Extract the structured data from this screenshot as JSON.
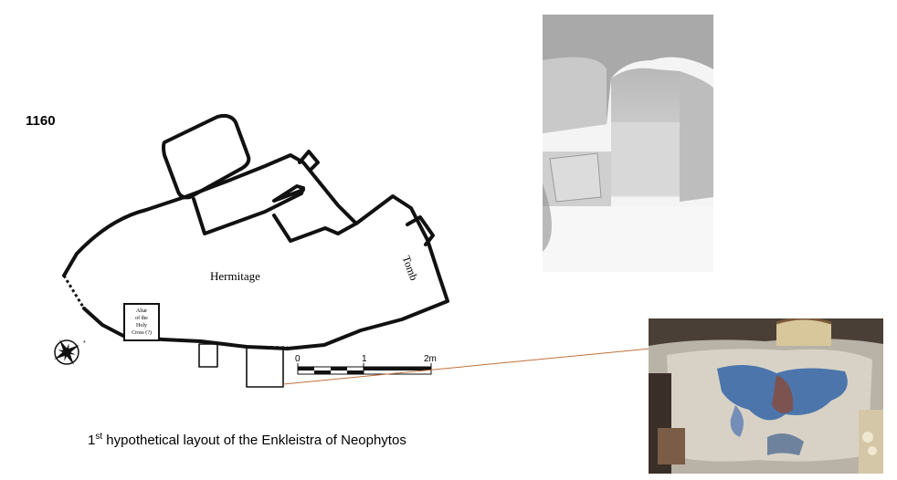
{
  "year": "1160",
  "caption": {
    "ordinal": "1",
    "suffix": "st",
    "text": " hypothetical layout of the Enkleistra of Neophytos"
  },
  "plan": {
    "hermitage_label": "Hermitage",
    "tomb_label": "Tomb",
    "altar_label": [
      "Altar",
      "of the",
      "Holy",
      "Cross (?)"
    ]
  },
  "scale": {
    "labels": [
      "0",
      "1",
      "2m"
    ]
  },
  "colors": {
    "leader_line": "#c0703a",
    "wall": "#111111"
  },
  "icons": {
    "compass": "compass-rose-icon"
  },
  "images": {
    "render": "grey 3D model render of cave interior",
    "photo": "interior photo with painted fresco"
  }
}
